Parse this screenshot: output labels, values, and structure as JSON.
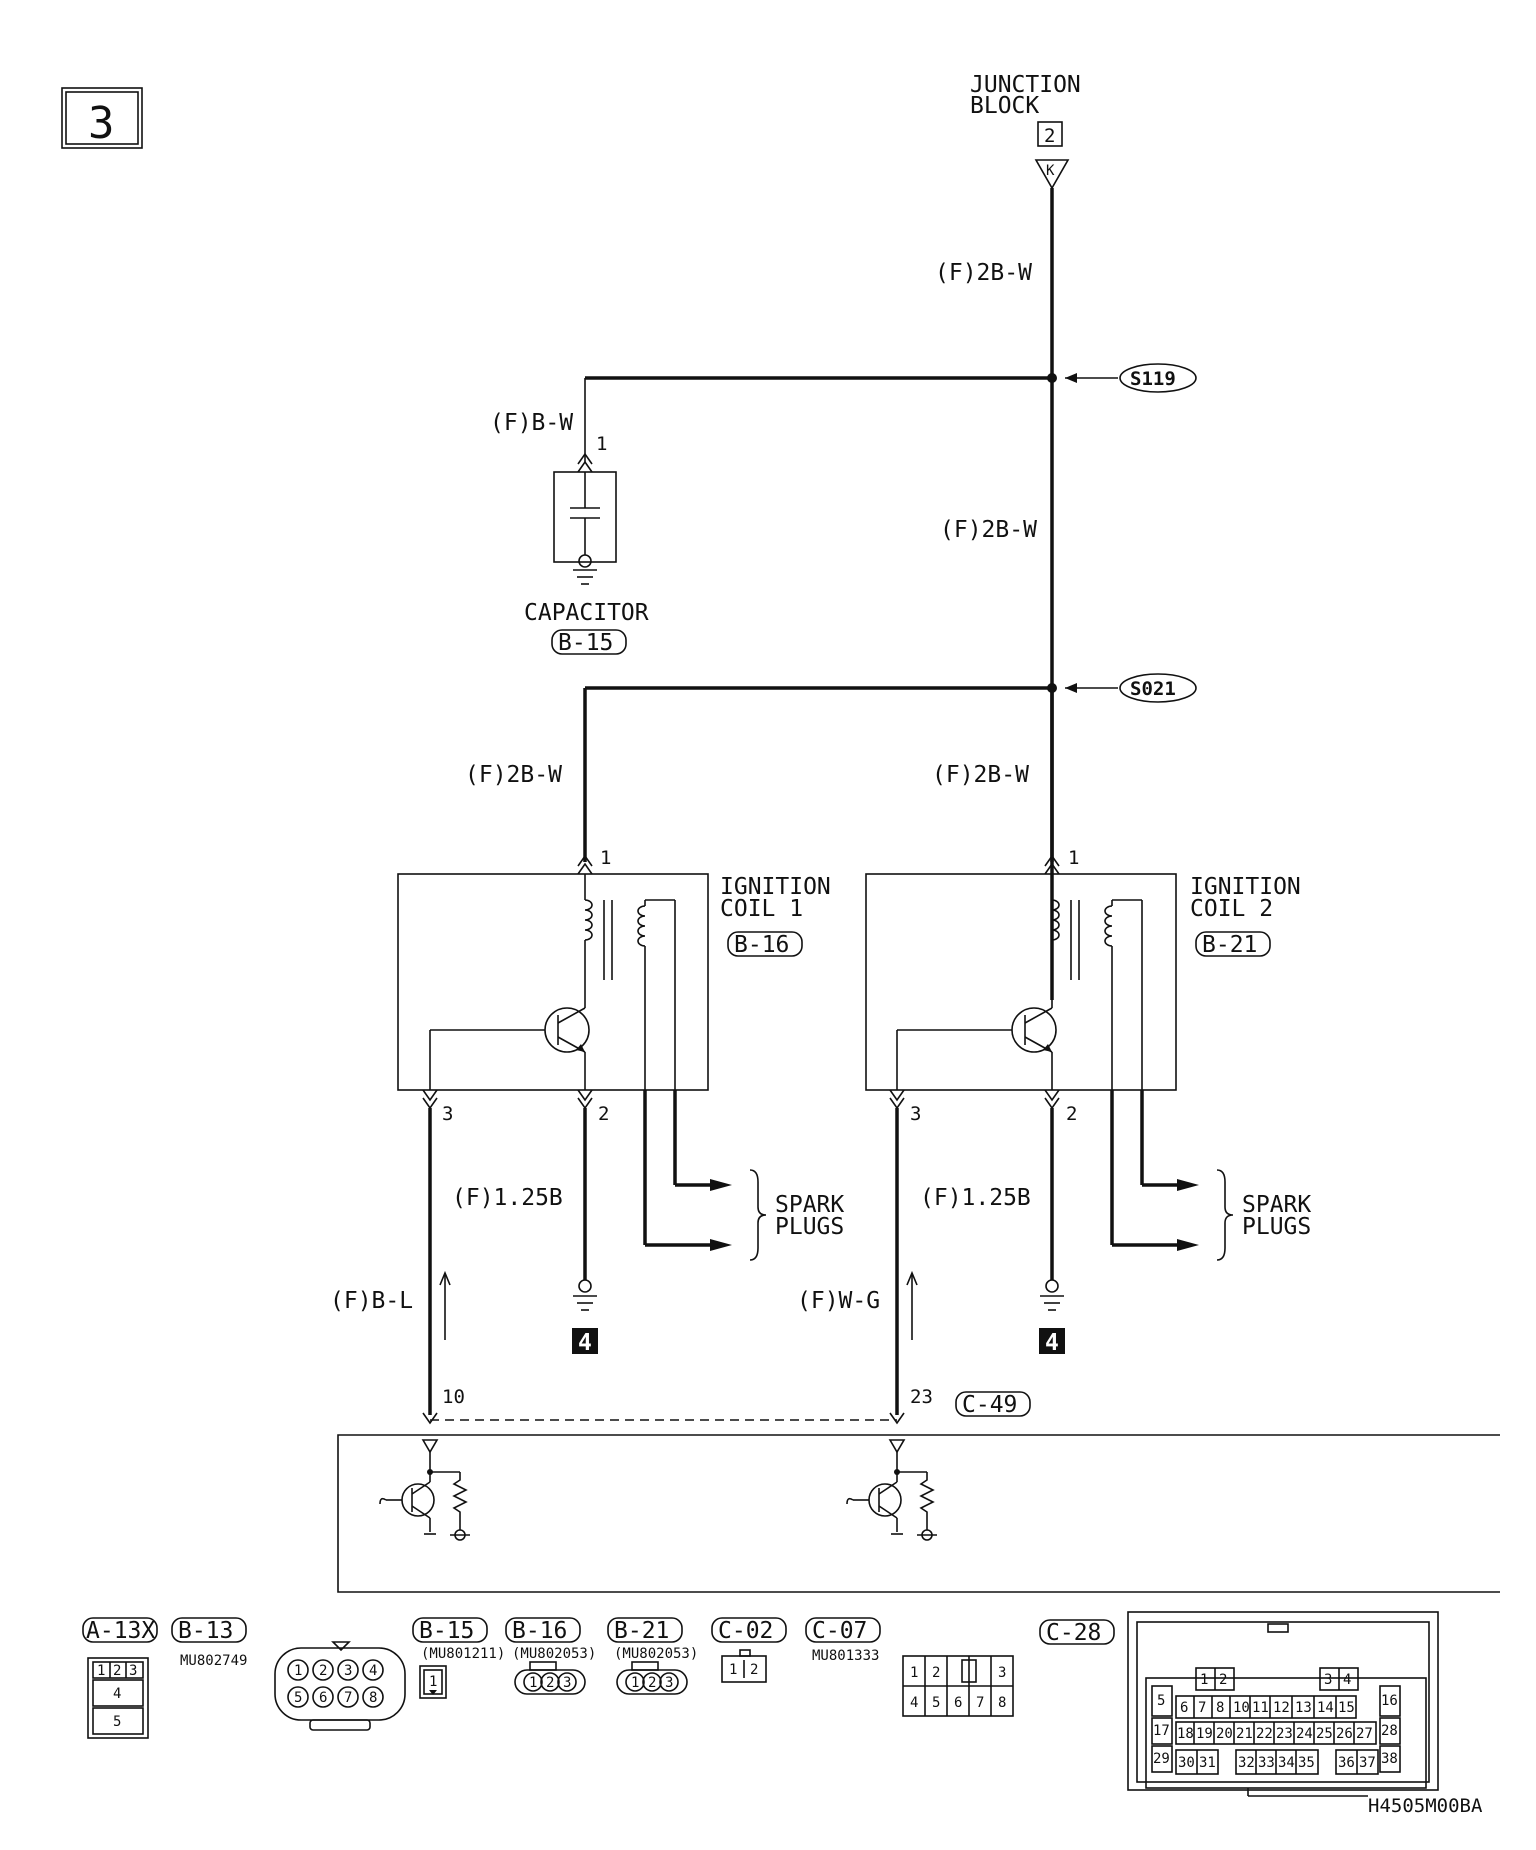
{
  "page_number": "3",
  "junction_block": {
    "line1": "JUNCTION",
    "line2": "BLOCK",
    "number": "2",
    "connector": "K"
  },
  "splices": [
    "S119",
    "S021"
  ],
  "wires": {
    "main_feed_top": "(F)2B-W",
    "main_feed_mid": "(F)2B-W",
    "capacitor_feed": "(F)B-W",
    "coil1_feed": "(F)2B-W",
    "coil2_feed": "(F)2B-W",
    "coil1_ground": "(F)1.25B",
    "coil2_ground": "(F)1.25B",
    "coil1_signal": "(F)B-L",
    "coil2_signal": "(F)W-G"
  },
  "capacitor": {
    "name": "CAPACITOR",
    "connector": "B-15",
    "pin": "1"
  },
  "coil1": {
    "name_line1": "IGNITION",
    "name_line2": "COIL 1",
    "connector": "B-16",
    "pin_power": "1",
    "pin_ground": "2",
    "pin_signal": "3"
  },
  "coil2": {
    "name_line1": "IGNITION",
    "name_line2": "COIL 2",
    "connector": "B-21",
    "pin_power": "1",
    "pin_ground": "2",
    "pin_signal": "3"
  },
  "spark_plugs": {
    "line1": "SPARK",
    "line2": "PLUGS"
  },
  "ground_ref": "4",
  "ecu": {
    "connector": "C-49",
    "pin_coil1": "10",
    "pin_coil2": "23"
  },
  "connector_views": [
    {
      "id": "A-13X",
      "pins": [
        "1",
        "2",
        "3",
        "4",
        "5"
      ]
    },
    {
      "id": "B-13",
      "part": "MU802749",
      "pins": [
        "1",
        "2",
        "3",
        "4",
        "5",
        "6",
        "7",
        "8"
      ]
    },
    {
      "id": "B-15",
      "part": "(MU801211)",
      "pins": [
        "1"
      ]
    },
    {
      "id": "B-16",
      "part": "(MU802053)",
      "pins": [
        "1",
        "2",
        "3"
      ]
    },
    {
      "id": "B-21",
      "part": "(MU802053)",
      "pins": [
        "1",
        "2",
        "3"
      ]
    },
    {
      "id": "C-02",
      "pins": [
        "1",
        "2"
      ]
    },
    {
      "id": "C-07",
      "part": "MU801333",
      "pins": [
        "1",
        "2",
        "3",
        "4",
        "5",
        "6",
        "7",
        "8"
      ]
    },
    {
      "id": "C-28",
      "pins": [
        "1",
        "2",
        "3",
        "4",
        "5",
        "6",
        "7",
        "8",
        "10",
        "11",
        "12",
        "13",
        "14",
        "15",
        "16",
        "17",
        "18",
        "19",
        "20",
        "21",
        "22",
        "23",
        "24",
        "25",
        "26",
        "27",
        "28",
        "29",
        "30",
        "31",
        "32",
        "33",
        "34",
        "35",
        "36",
        "37",
        "38"
      ]
    }
  ],
  "figure_code": "H4505M00BA"
}
